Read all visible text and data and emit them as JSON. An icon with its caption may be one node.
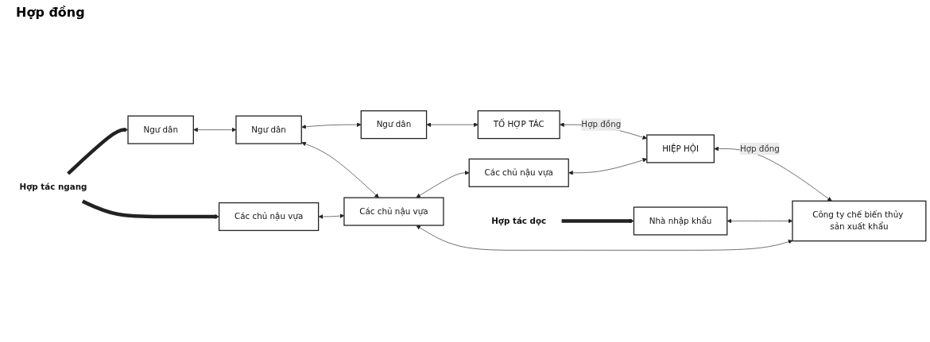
{
  "diagram": {
    "nodes": [
      {
        "text": [
          "Hợp tác ngang"
        ]
      },
      {
        "text": [
          "Ngư dân"
        ]
      },
      {
        "text": [
          "Ngư dân"
        ]
      },
      {
        "text": [
          "Ngư dân"
        ]
      },
      {
        "text": [
          "TỔ HỢP TÁC"
        ]
      },
      {
        "text": [
          "Các chủ nậu vựa"
        ]
      },
      {
        "text": [
          "Các chủ nậu vựa"
        ]
      },
      {
        "text": [
          "Các chủ nậu vựa"
        ]
      },
      {
        "text": [
          "HIỆP HỘI"
        ]
      },
      {
        "text": [
          "Hợp tác dọc"
        ]
      },
      {
        "text": [
          "Nhà nhập khẩu"
        ]
      },
      {
        "text": [
          "Công ty chế biến thủy sản xuất khẩu"
        ]
      }
    ],
    "edges": [
      {
        "from": 0,
        "to": 1,
        "arrow": "to",
        "style": "thick"
      },
      {
        "from": 0,
        "to": 5,
        "arrow": "to",
        "style": "thick"
      },
      {
        "from": 1,
        "to": 2,
        "arrow": "both"
      },
      {
        "from": 2,
        "to": 3,
        "arrow": "both"
      },
      {
        "from": 3,
        "to": 4,
        "arrow": "both"
      },
      {
        "from": 2,
        "to": 6,
        "arrow": "both"
      },
      {
        "from": 5,
        "to": 6,
        "arrow": "both"
      },
      {
        "from": 6,
        "to": 7,
        "arrow": "both"
      },
      {
        "from": 7,
        "to": 8,
        "arrow": "both"
      },
      {
        "from": 4,
        "to": 8,
        "arrow": "both",
        "label": "Hợp đồng"
      },
      {
        "from": 8,
        "to": 11,
        "arrow": "both",
        "label": "Hợp đồng"
      },
      {
        "from": 6,
        "to": 11,
        "arrow": "both"
      },
      {
        "from": 9,
        "to": 10,
        "arrow": "to",
        "style": "thick"
      },
      {
        "from": 10,
        "to": 11,
        "arrow": "both"
      }
    ],
    "labels": [
      "Hợp đồng"
    ]
  }
}
